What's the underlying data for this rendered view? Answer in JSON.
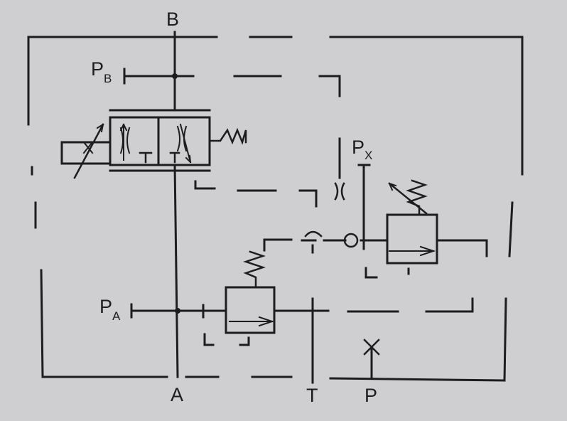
{
  "ports": {
    "b": "B",
    "a": "A",
    "t": "T",
    "p": "P"
  },
  "gauges": {
    "pb_main": "P",
    "pb_sub": "B",
    "pa_main": "P",
    "pa_sub": "A",
    "px_main": "P",
    "px_sub": "X"
  },
  "colors": {
    "background": "#cfced1",
    "line": "#1d1d1d"
  }
}
